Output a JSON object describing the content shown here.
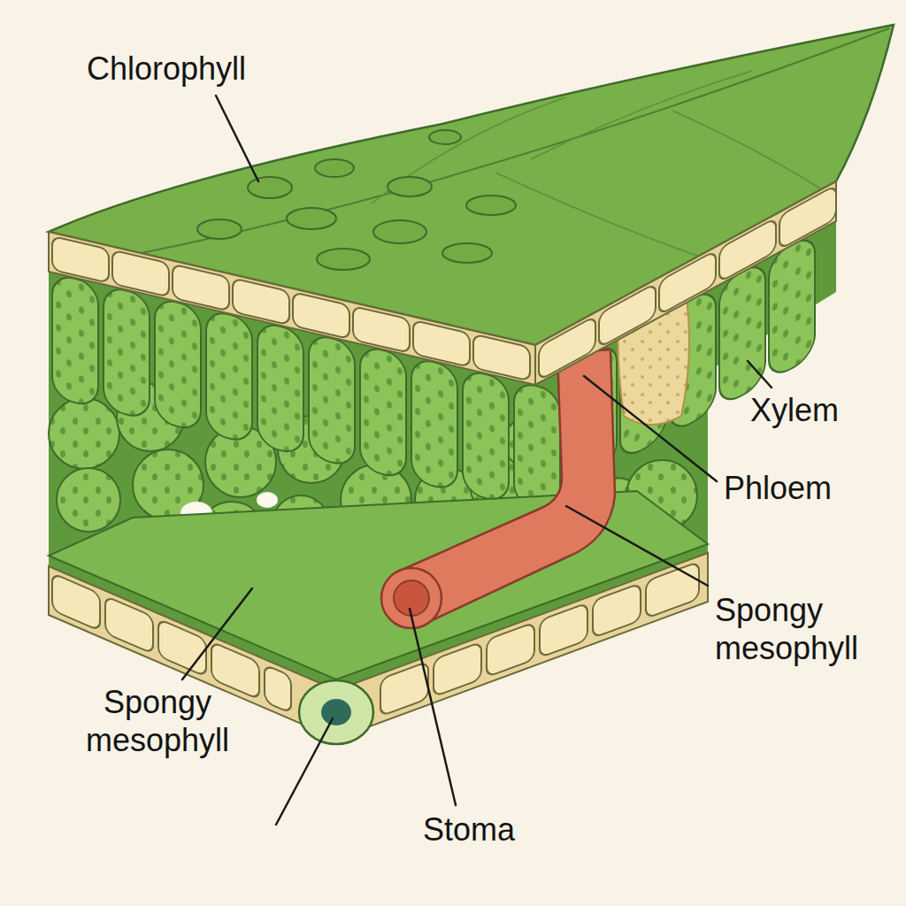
{
  "diagram": {
    "labels": [
      "Chlorophyll",
      "Xylem",
      "Phloem",
      "Spongy mesophyll",
      "Spongy mesophyll",
      "Stoma"
    ]
  }
}
